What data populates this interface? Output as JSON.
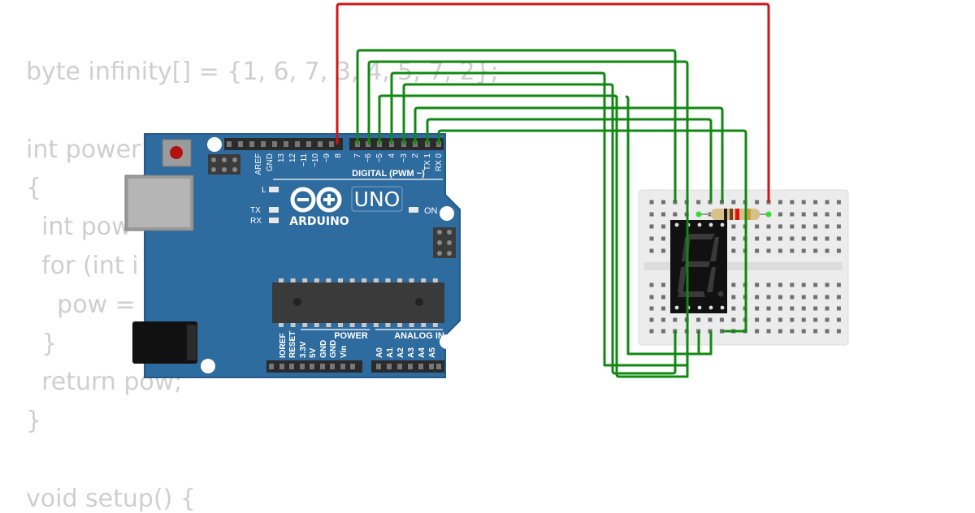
{
  "code_lines": [
    "byte infinity[] = {1, 6, 7, 3, 4, 5, 7, 2};",
    "",
    "int power",
    "{",
    "  int pow",
    "  for (int i",
    "    pow = p",
    "  }",
    "  return pow;",
    "}",
    "",
    "void setup() {"
  ],
  "arduino": {
    "brand": "ARDUINO",
    "model": "UNO",
    "digital_header_label": "DIGITAL (PWM ~)",
    "power_header_label": "POWER",
    "analog_header_label": "ANALOG IN",
    "led_l_label": "L",
    "led_tx_label": "TX",
    "led_rx_label": "RX",
    "on_label": "ON",
    "top_left_pins": [
      "AREF",
      "GND",
      "13",
      "12",
      "~11",
      "~10",
      "~9",
      "8"
    ],
    "top_right_pins": [
      "7",
      "~6",
      "~5",
      "4",
      "~3",
      "2",
      "TX 1",
      "RX 0"
    ],
    "power_pins": [
      "IOREF",
      "RESET",
      "3.3V",
      "5V",
      "GND",
      "GND",
      "Vin"
    ],
    "analog_pins": [
      "A0",
      "A1",
      "A2",
      "A3",
      "A4",
      "A5"
    ]
  },
  "colors": {
    "board": "#2e6b9e",
    "board_dark": "#1f4f78",
    "wire_green": "#118811",
    "wire_red": "#d11515",
    "breadboard": "#ececec",
    "display_body": "#111111",
    "segment_off": "#3a3a3a"
  },
  "icons": [
    "reset-button-icon",
    "usb-port-icon",
    "power-jack-icon",
    "chip-icon",
    "arduino-logo-icon"
  ]
}
